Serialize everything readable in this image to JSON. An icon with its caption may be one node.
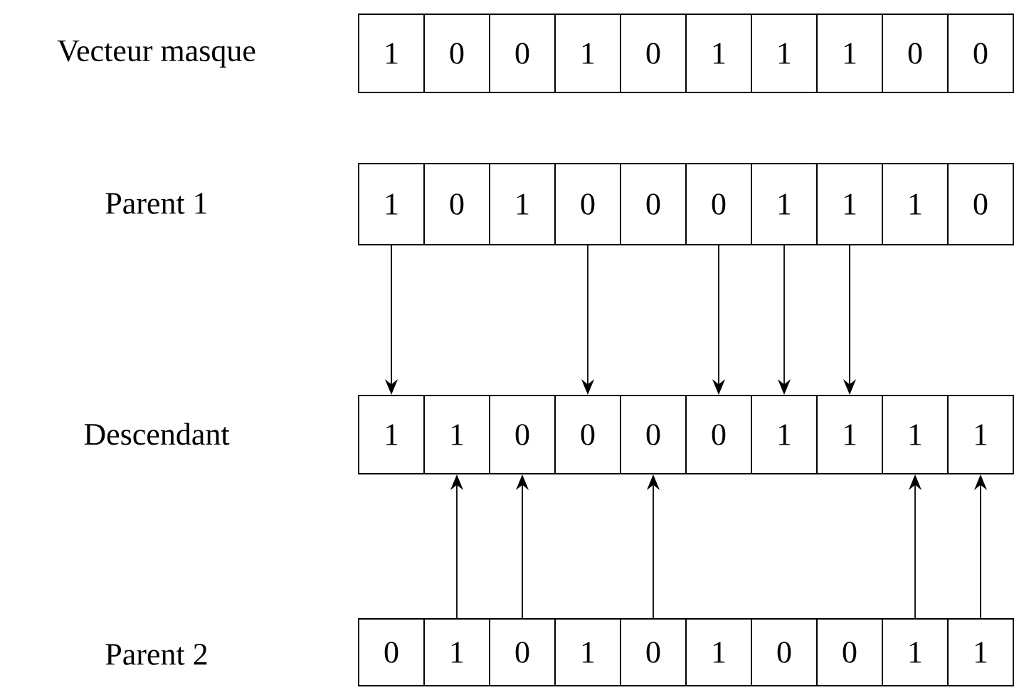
{
  "diagram": {
    "nodes": [
      {
        "text": [
          "1"
        ]
      },
      {
        "text": [
          "0"
        ]
      },
      {
        "text": [
          "0"
        ]
      },
      {
        "text": [
          "1"
        ]
      },
      {
        "text": [
          "0"
        ]
      },
      {
        "text": [
          "1"
        ]
      },
      {
        "text": [
          "1"
        ]
      },
      {
        "text": [
          "1"
        ]
      },
      {
        "text": [
          "0"
        ]
      },
      {
        "text": [
          "0"
        ]
      },
      {
        "text": [
          "1"
        ]
      },
      {
        "text": [
          "0"
        ]
      },
      {
        "text": [
          "1"
        ]
      },
      {
        "text": [
          "0"
        ]
      },
      {
        "text": [
          "0"
        ]
      },
      {
        "text": [
          "0"
        ]
      },
      {
        "text": [
          "1"
        ]
      },
      {
        "text": [
          "1"
        ]
      },
      {
        "text": [
          "1"
        ]
      },
      {
        "text": [
          "0"
        ]
      },
      {
        "text": [
          "1"
        ]
      },
      {
        "text": [
          "1"
        ]
      },
      {
        "text": [
          "0"
        ]
      },
      {
        "text": [
          "0"
        ]
      },
      {
        "text": [
          "0"
        ]
      },
      {
        "text": [
          "0"
        ]
      },
      {
        "text": [
          "1"
        ]
      },
      {
        "text": [
          "1"
        ]
      },
      {
        "text": [
          "1"
        ]
      },
      {
        "text": [
          "1"
        ]
      },
      {
        "text": [
          "0"
        ]
      },
      {
        "text": [
          "1"
        ]
      },
      {
        "text": [
          "0"
        ]
      },
      {
        "text": [
          "1"
        ]
      },
      {
        "text": [
          "0"
        ]
      },
      {
        "text": [
          "1"
        ]
      },
      {
        "text": [
          "0"
        ]
      },
      {
        "text": [
          "0"
        ]
      },
      {
        "text": [
          "1"
        ]
      },
      {
        "text": [
          "1"
        ]
      }
    ],
    "edges": [
      {
        "from": 10,
        "to": 20,
        "arrow": "to"
      },
      {
        "from": 13,
        "to": 23,
        "arrow": "to"
      },
      {
        "from": 15,
        "to": 25,
        "arrow": "to"
      },
      {
        "from": 16,
        "to": 26,
        "arrow": "to"
      },
      {
        "from": 17,
        "to": 27,
        "arrow": "to"
      },
      {
        "from": 31,
        "to": 21,
        "arrow": "to"
      },
      {
        "from": 32,
        "to": 22,
        "arrow": "to"
      },
      {
        "from": 34,
        "to": 24,
        "arrow": "to"
      },
      {
        "from": 38,
        "to": 28,
        "arrow": "to"
      },
      {
        "from": 39,
        "to": 29,
        "arrow": "to"
      }
    ],
    "labels": [
      "Vecteur masque",
      "Parent 1",
      "Descendant",
      "Parent 2"
    ]
  }
}
